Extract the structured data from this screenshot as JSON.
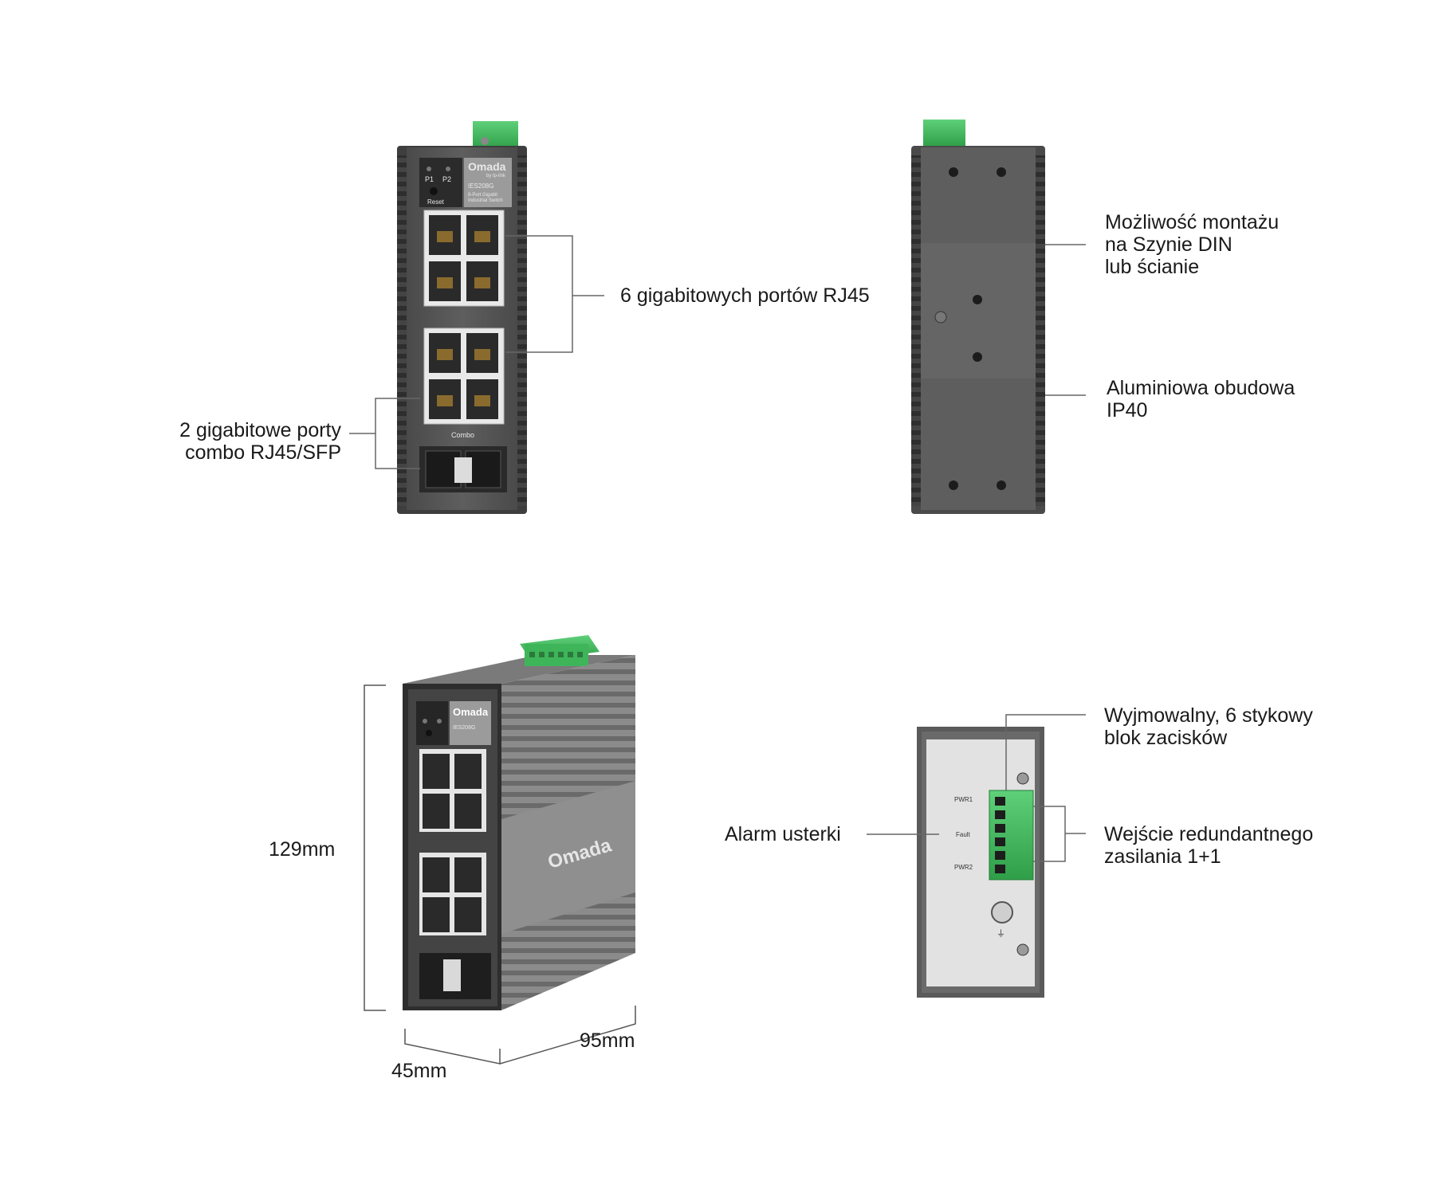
{
  "callouts": {
    "rj45_ports": "6 gigabitowych portów RJ45",
    "combo_ports": [
      "2 gigabitowe porty",
      "combo RJ45/SFP"
    ],
    "din_mount": [
      "Możliwość montażu",
      "na Szynie DIN",
      "lub ścianie"
    ],
    "housing": [
      "Aluminiowa obudowa",
      "IP40"
    ],
    "terminal_block": [
      "Wyjmowalny, 6 stykowy",
      "blok zacisków"
    ],
    "fault_alarm": "Alarm usterki",
    "redundant_power": [
      "Wejście redundantnego",
      "zasilania 1+1"
    ]
  },
  "dimensions": {
    "height": "129mm",
    "width": "45mm",
    "depth": "95mm"
  },
  "device": {
    "brand": "Omada",
    "brand_sub": "by tp-link",
    "model": "IES208G",
    "description": [
      "8-Port Gigabit",
      "Industrial Switch"
    ],
    "led_p1": "P1",
    "led_p2": "P2",
    "reset": "Reset",
    "combo": "Combo",
    "pwr1": "PWR1",
    "fault": "Fault",
    "pwr2": "PWR2"
  },
  "colors": {
    "housing": "#5f5f5f",
    "housing_dark": "#3c3c3c",
    "terminal_green": "#3fb55a",
    "line": "#666666"
  }
}
